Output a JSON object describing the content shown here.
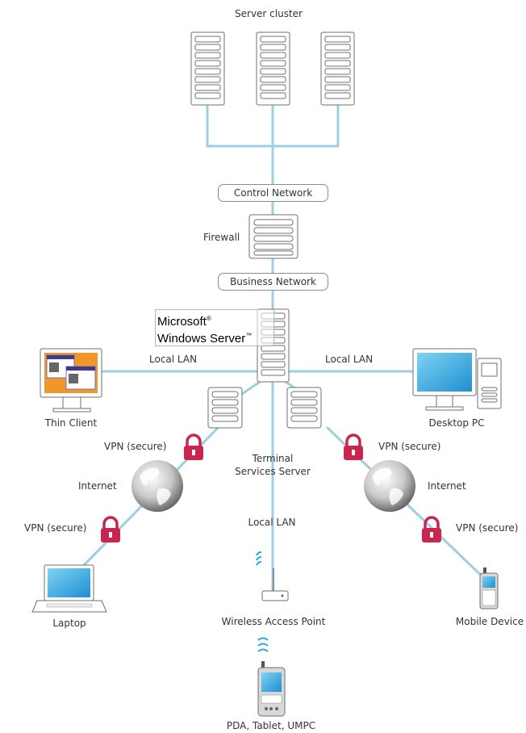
{
  "labels": {
    "server_cluster": "Server cluster",
    "control_network": "Control Network",
    "firewall": "Firewall",
    "business_network": "Business Network",
    "ms_line1": "Microsoft",
    "ms_reg": "®",
    "ms_line2": "Windows Server",
    "ms_tm": "™",
    "local_lan_left": "Local LAN",
    "local_lan_right": "Local LAN",
    "local_lan_center": "Local LAN",
    "thin_client": "Thin Client",
    "desktop_pc": "Desktop PC",
    "vpn_left_top": "VPN (secure)",
    "vpn_left_bottom": "VPN (secure)",
    "vpn_right_top": "VPN (secure)",
    "vpn_right_bottom": "VPN (secure)",
    "terminal_line1": "Terminal",
    "terminal_line2": "Services Server",
    "internet_left": "Internet",
    "internet_right": "Internet",
    "laptop": "Laptop",
    "wireless_ap": "Wireless Access Point",
    "mobile_device": "Mobile Device",
    "pda": "PDA, Tablet, UMPC"
  },
  "colors": {
    "link": "#9dcfe3",
    "lock": "#c8264e",
    "screen": "#2aa6dc",
    "thin_client": "#f0962a",
    "device_body": "#ffffff",
    "outline": "#6f6f6f"
  }
}
